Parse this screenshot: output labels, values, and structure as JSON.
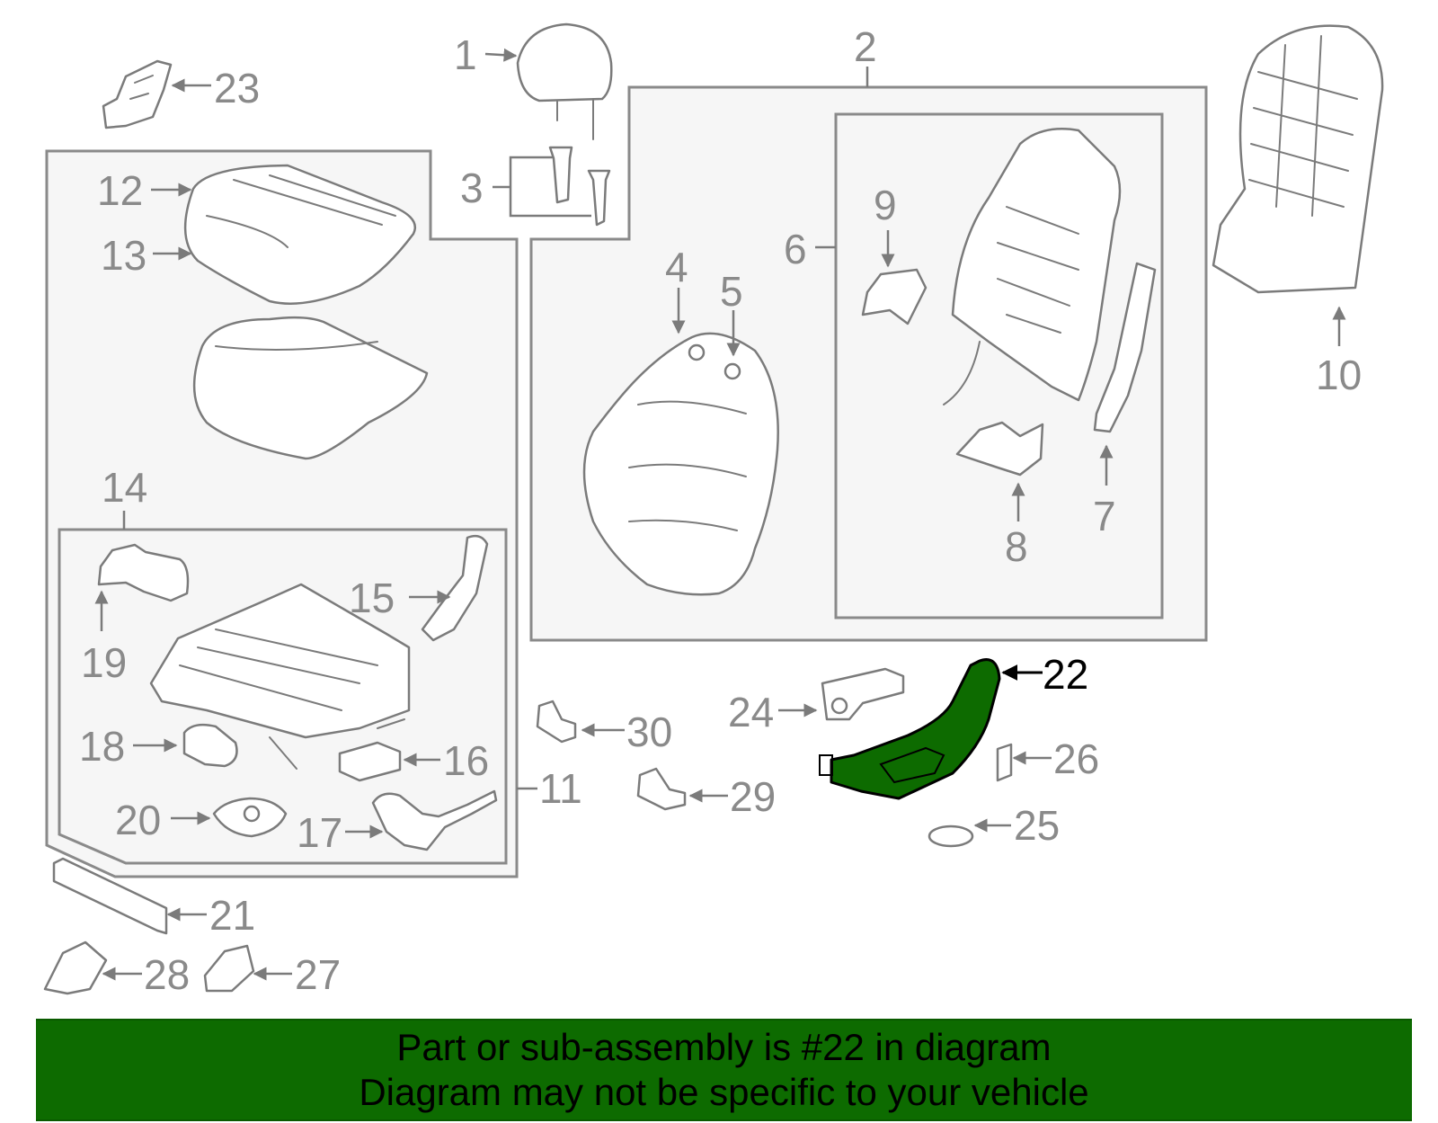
{
  "colors": {
    "highlight_fill": "#0d6b00",
    "banner_background": "#0d6b00",
    "line_gray": "#8a8a8a",
    "box_fill": "#f6f6f6"
  },
  "highlighted_part": "22",
  "callouts": {
    "c1": "1",
    "c2": "2",
    "c3": "3",
    "c4": "4",
    "c5": "5",
    "c6": "6",
    "c7": "7",
    "c8": "8",
    "c9": "9",
    "c10": "10",
    "c11": "11",
    "c12": "12",
    "c13": "13",
    "c14": "14",
    "c15": "15",
    "c16": "16",
    "c17": "17",
    "c18": "18",
    "c19": "19",
    "c20": "20",
    "c21": "21",
    "c22": "22",
    "c23": "23",
    "c24": "24",
    "c25": "25",
    "c26": "26",
    "c27": "27",
    "c28": "28",
    "c29": "29",
    "c30": "30"
  },
  "banner": {
    "line1": "Part or sub-assembly is #22 in diagram",
    "line2": "Diagram may not be specific to your vehicle"
  }
}
